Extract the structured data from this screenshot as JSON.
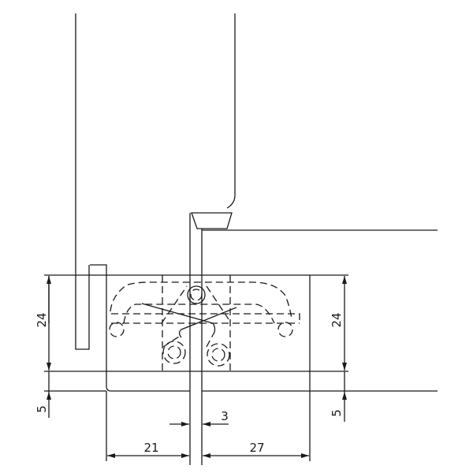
{
  "drawing": {
    "dimensions": {
      "left_height": "24",
      "right_height": "24",
      "left_offset": "5",
      "right_offset": "5",
      "gap": "3",
      "left_width": "21",
      "right_width": "27"
    }
  }
}
